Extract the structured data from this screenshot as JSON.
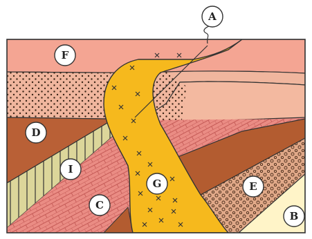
{
  "diagram": {
    "labels": {
      "A": "A",
      "B": "B",
      "C": "C",
      "D": "D",
      "E": "E",
      "F": "F",
      "G": "G",
      "I": "I"
    },
    "colors": {
      "layer_F": "#f4a593",
      "layer_dotted": "#f0b69e",
      "layer_dotted_right": "#f3b9a0",
      "layer_D": "#b96036",
      "layer_I": "#dcd69a",
      "layer_C": "#ea8c84",
      "layer_dark_wedge": "#b35c30",
      "layer_E": "#e0a888",
      "layer_B": "#fff4c8",
      "intrusion_G": "#f6b91d",
      "outline": "#333333"
    }
  }
}
